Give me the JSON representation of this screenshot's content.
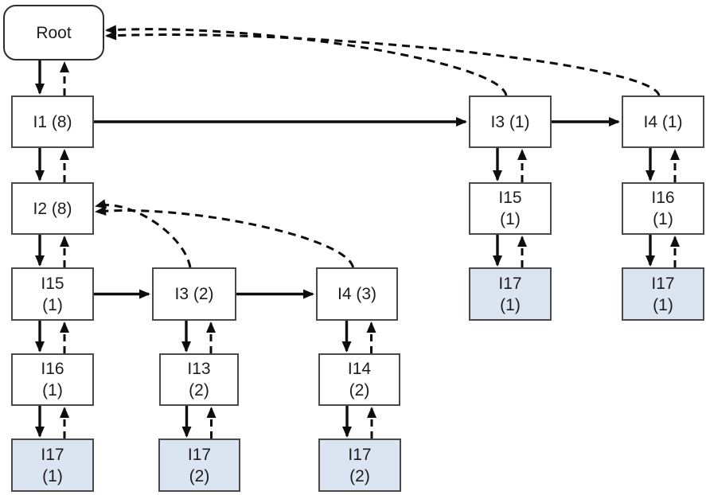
{
  "diagram": {
    "type": "tree",
    "colors": {
      "node_fill": "#ffffff",
      "leaf_fill": "#dbe5f1",
      "border": "#4a4a4a",
      "arrow": "#0d0d0d"
    }
  },
  "nodes": {
    "root": {
      "lines": [
        "Root"
      ],
      "leaf": false
    },
    "i1": {
      "lines": [
        "I1 (8)"
      ],
      "leaf": false
    },
    "i2": {
      "lines": [
        "I2 (8)"
      ],
      "leaf": false
    },
    "i15a": {
      "lines": [
        "I15",
        "(1)"
      ],
      "leaf": false
    },
    "i16a": {
      "lines": [
        "I16",
        "(1)"
      ],
      "leaf": false
    },
    "i17a": {
      "lines": [
        "I17",
        "(1)"
      ],
      "leaf": true
    },
    "i3b": {
      "lines": [
        "I3 (2)"
      ],
      "leaf": false
    },
    "i13": {
      "lines": [
        "I13",
        "(2)"
      ],
      "leaf": false
    },
    "i17b": {
      "lines": [
        "I17",
        "(2)"
      ],
      "leaf": true
    },
    "i4b": {
      "lines": [
        "I4 (3)"
      ],
      "leaf": false
    },
    "i14": {
      "lines": [
        "I14",
        "(2)"
      ],
      "leaf": false
    },
    "i17c": {
      "lines": [
        "I17",
        "(2)"
      ],
      "leaf": true
    },
    "i3a": {
      "lines": [
        "I3 (1)"
      ],
      "leaf": false
    },
    "i15b": {
      "lines": [
        "I15",
        "(1)"
      ],
      "leaf": false
    },
    "i17d": {
      "lines": [
        "I17",
        "(1)"
      ],
      "leaf": true
    },
    "i4a": {
      "lines": [
        "I4 (1)"
      ],
      "leaf": false
    },
    "i16b": {
      "lines": [
        "I16",
        "(1)"
      ],
      "leaf": false
    },
    "i17e": {
      "lines": [
        "I17",
        "(1)"
      ],
      "leaf": true
    }
  },
  "edges": {
    "tree_links": [
      [
        "root",
        "i1"
      ],
      [
        "i1",
        "i2"
      ],
      [
        "i2",
        "i15a"
      ],
      [
        "i15a",
        "i16a"
      ],
      [
        "i16a",
        "i17a"
      ],
      [
        "i3b",
        "i13"
      ],
      [
        "i13",
        "i17b"
      ],
      [
        "i4b",
        "i14"
      ],
      [
        "i14",
        "i17c"
      ],
      [
        "i3a",
        "i15b"
      ],
      [
        "i15b",
        "i17d"
      ],
      [
        "i4a",
        "i16b"
      ],
      [
        "i16b",
        "i17e"
      ]
    ],
    "sibling_links": [
      [
        "i1",
        "i3a"
      ],
      [
        "i3a",
        "i4a"
      ],
      [
        "i15a",
        "i3b"
      ],
      [
        "i3b",
        "i4b"
      ]
    ],
    "back_links": [
      [
        "i3b",
        "i2"
      ],
      [
        "i4b",
        "i2"
      ],
      [
        "i3a",
        "root"
      ],
      [
        "i4a",
        "root"
      ]
    ]
  }
}
